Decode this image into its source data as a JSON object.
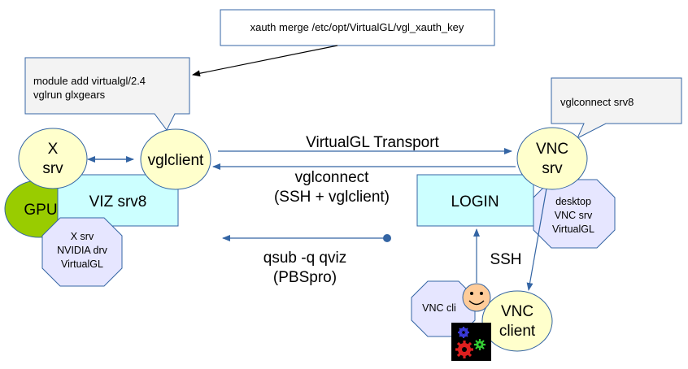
{
  "colors": {
    "callout_fill": "#f3f3f3",
    "callout_stroke": "#3465a4",
    "node_fill": "#ffffcc",
    "node_stroke": "#3465a4",
    "server_box_fill": "#ccffff",
    "server_box_stroke": "#3465a4",
    "octagon_fill": "#e6e6ff",
    "octagon_stroke": "#3465a4",
    "gpu_fill": "#99cc00",
    "arrow_color": "#3465a4",
    "icon_background": "#000000"
  },
  "callouts": {
    "xauth": "xauth merge /etc/opt/VirtualGL/vgl_xauth_key",
    "module": {
      "line1": "module add virtualgl/2.4",
      "line2": "vglrun glxgears"
    },
    "vglconnect": "vglconnect srv8"
  },
  "nodes": {
    "x_srv": {
      "line1": "X",
      "line2": "srv"
    },
    "vglclient": "vglclient",
    "gpu": "GPU",
    "viz_srv8": "VIZ srv8",
    "vnc_srv": {
      "line1": "VNC",
      "line2": "srv"
    },
    "login": "LOGIN",
    "vnc_client": {
      "line1": "VNC",
      "line2": "client"
    }
  },
  "octagons": {
    "viz_stack": [
      "X srv",
      "NVIDIA drv",
      "VirtualGL"
    ],
    "login_stack": [
      "desktop",
      "VNC srv",
      "VirtualGL"
    ],
    "vnc_cli": "VNC cli"
  },
  "edge_labels": {
    "transport": "VirtualGL Transport",
    "vglconnect": {
      "line1": "vglconnect",
      "line2": "(SSH + vglclient)"
    },
    "qsub": {
      "line1": "qsub -q qviz",
      "line2": "(PBSpro)"
    },
    "ssh": "SSH"
  },
  "icons": {
    "user": "smiley-face-icon",
    "gears": "gears-icon"
  }
}
